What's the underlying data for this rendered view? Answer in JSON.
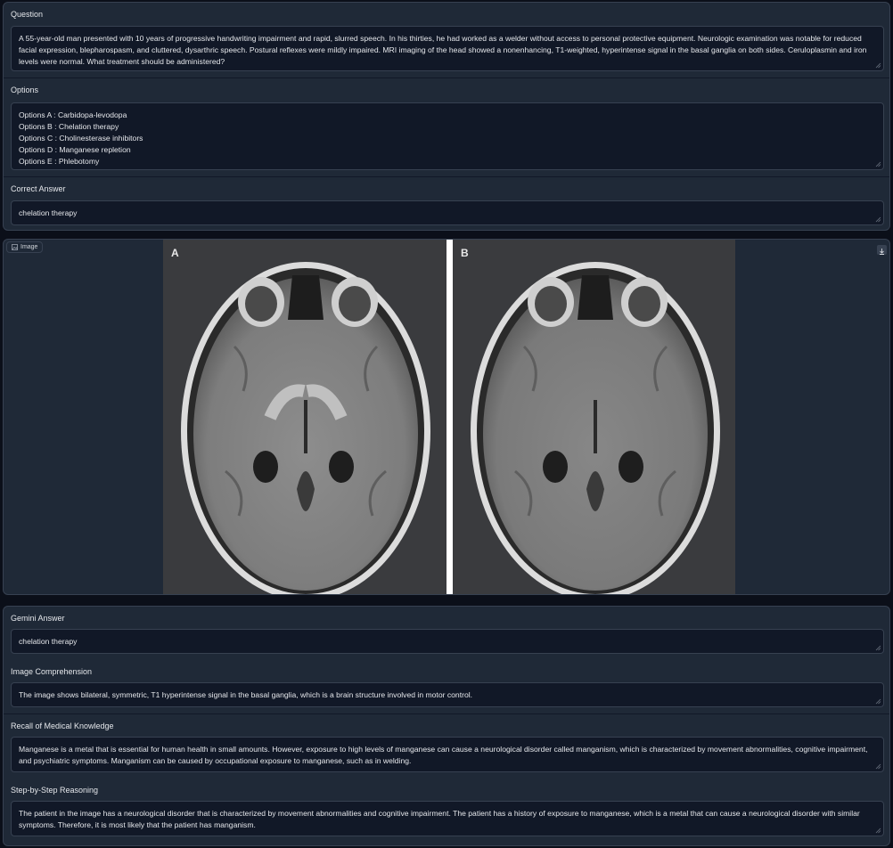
{
  "question": {
    "label": "Question",
    "value": "A 55-year-old man presented with 10 years of progressive handwriting impairment and rapid, slurred speech. In his thirties, he had worked as a welder without access to personal protective equipment. Neurologic examination was notable for reduced facial expression, blepharospasm, and cluttered, dysarthric speech. Postural reflexes were mildly impaired. MRI imaging of the head showed a nonenhancing, T1-weighted, hyperintense signal in the basal ganglia on both sides. Ceruloplasmin and iron levels were normal. What treatment should be administered?"
  },
  "options": {
    "label": "Options",
    "items": [
      "Options A : Carbidopa-levodopa",
      "Options B : Chelation therapy",
      "Options C : Cholinesterase inhibitors",
      "Options D : Manganese repletion",
      "Options E : Phlebotomy"
    ]
  },
  "correct_answer": {
    "label": "Correct Answer",
    "value": "chelation therapy"
  },
  "image": {
    "label": "Image",
    "panel_a": "A",
    "panel_b": "B"
  },
  "gemini_answer": {
    "label": "Gemini Answer",
    "value": "chelation therapy"
  },
  "image_comprehension": {
    "label": "Image Comprehension",
    "value": "The image shows bilateral, symmetric, T1 hyperintense signal in the basal ganglia, which is a brain structure involved in motor control."
  },
  "recall": {
    "label": "Recall of Medical Knowledge",
    "value": "Manganese is a metal that is essential for human health in small amounts. However, exposure to high levels of manganese can cause a neurological disorder called manganism, which is characterized by movement abnormalities, cognitive impairment, and psychiatric symptoms. Manganism can be caused by occupational exposure to manganese, such as in welding."
  },
  "reasoning": {
    "label": "Step-by-Step Reasoning",
    "value": "The patient in the image has a neurological disorder that is characterized by movement abnormalities and cognitive impairment. The patient has a history of exposure to manganese, which is a metal that can cause a neurological disorder with similar symptoms. Therefore, it is most likely that the patient has manganism."
  }
}
